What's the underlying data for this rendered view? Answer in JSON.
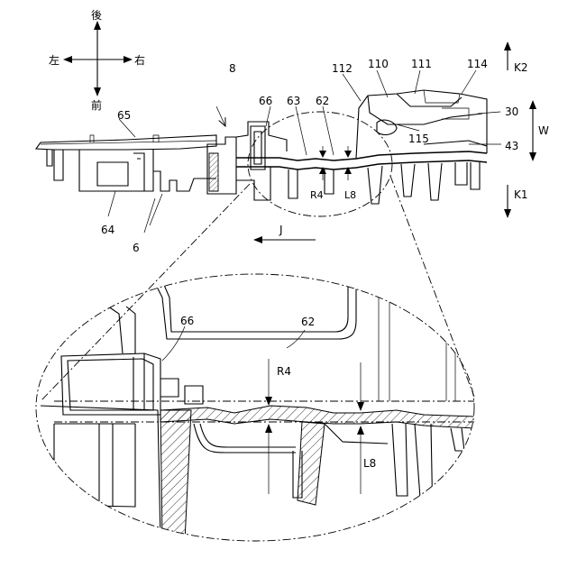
{
  "compass": {
    "rear": "後",
    "front": "前",
    "left": "左",
    "right": "右"
  },
  "directions": {
    "K1": "K1",
    "K2": "K2",
    "W": "W",
    "J": "J"
  },
  "refs": {
    "r8": "8",
    "r65": "65",
    "r64": "64",
    "r6": "6",
    "r66": "66",
    "r63": "63",
    "r62": "62",
    "r112": "112",
    "r110": "110",
    "r111": "111",
    "r114": "114",
    "r30": "30",
    "r115": "115",
    "r43": "43",
    "R4": "R4",
    "L8": "L8"
  },
  "detail": {
    "r66": "66",
    "r62": "62",
    "R4": "R4",
    "L8": "L8"
  }
}
